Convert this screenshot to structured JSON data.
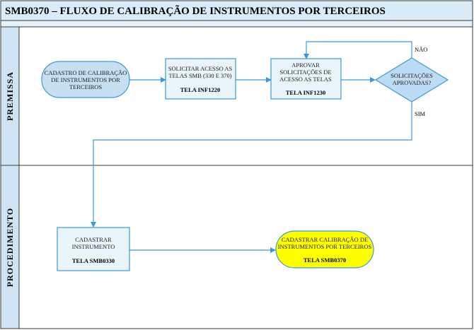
{
  "title": "SMB0370 – FLUXO DE CALIBRAÇÃO DE INSTRUMENTOS POR TERCEIROS",
  "lanes": {
    "premissa": "PREMISSA",
    "procedimento": "PROCEDIMENTO"
  },
  "nodes": {
    "start": {
      "lines": [
        "CADASTRO DE CALIBRAÇÃO",
        "DE INSTRUMENTOS POR",
        "TERCEIROS"
      ]
    },
    "solicitar": {
      "lines": [
        "SOLICITAR ACESSO AS",
        "TELAS SMB (330 E 370)"
      ],
      "screen": "TELA INF1220"
    },
    "aprovar": {
      "lines": [
        "APROVAR",
        "SOLICITAÇÕES DE",
        "ACESSO AS TELAS"
      ],
      "screen": "TELA INF1230"
    },
    "decision": {
      "lines": [
        "SOLICITAÇÕES",
        "APROVADAS?"
      ]
    },
    "cadastrar": {
      "lines": [
        "CADASTRAR",
        "INSTRUMENTO"
      ],
      "screen": "TELA SMB0330"
    },
    "end": {
      "lines": [
        "CADASTRAR CALIBRAÇÃO DE",
        "INSTRUMENTOS POR TERCEIROS"
      ],
      "screen": "TELA SMB0370"
    }
  },
  "edges": {
    "no_label": "NÃO",
    "yes_label": "SIM"
  },
  "colors": {
    "header_fill": "#d9ecf7",
    "lane_fill": "#cfe4f2",
    "border": "#3a3a3a",
    "edge": "#3a9ad6",
    "start_fill": "#c6dff1",
    "box_fill": "#eaf4fb",
    "decision_fill": "#bcdcf3",
    "end_fill": "#ffff00"
  }
}
